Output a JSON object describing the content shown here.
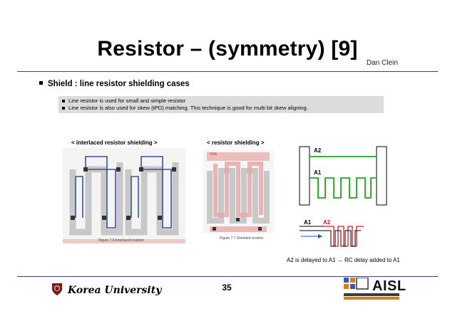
{
  "slide": {
    "title": "Resistor – (symmetry) [9]",
    "author": "Dan Clein",
    "heading": "Shield : line resistor shielding cases",
    "bullets": [
      "Line resistor is used for small and simple resistor",
      "Line resistor is also used for skew (tPD) matching. This technique is good for multi bit skew aligning."
    ],
    "figures": {
      "interlaced_caption": "< interlaced resistor shielding >",
      "interlaced_fig_label": "Figure 7.6   Interlaced resistor",
      "shielding_caption": "< resistor shielding >",
      "shielding_fig_label": "Figure 7.7   Shielded resistor",
      "vss_label": "VSS",
      "a2_label": "A2",
      "a1_label": "A1",
      "a1_bottom": "A1",
      "a2_bottom": "A2"
    },
    "note": "A2 is delayed to A1 → RC delay added to A1",
    "page_number": "35",
    "university": "Korea University",
    "lab_logo": "AISL"
  },
  "colors": {
    "accent_rule": "#2e4a73",
    "resistor_blue": "#3b4fa8",
    "shield_gray": "#c8c8c8",
    "shield_pink": "#e8a8a8",
    "wire_green": "#1aa81a",
    "wire_red": "#d02020",
    "arrow_blue": "#2050d0"
  }
}
